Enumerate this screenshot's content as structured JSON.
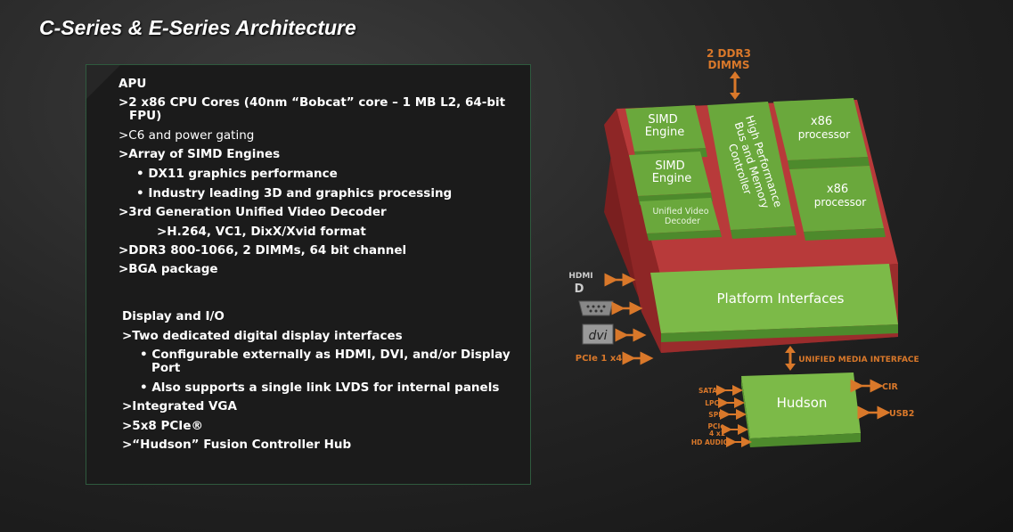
{
  "slide": {
    "title": "C-Series & E-Series Architecture"
  },
  "apu_section": {
    "heading": "APU",
    "items": [
      ">2 x86 CPU Cores (40nm “Bobcat” core – 1 MB L2, 64-bit",
      "FPU)",
      ">C6 and power gating",
      ">Array of SIMD Engines",
      "• DX11 graphics performance",
      "• Industry leading 3D and graphics processing",
      ">3rd Generation Unified Video Decoder",
      ">H.264, VC1, DixX/Xvid format",
      ">DDR3 800-1066, 2 DIMMs, 64 bit channel",
      ">BGA package"
    ]
  },
  "display_section": {
    "heading": "Display and I/O",
    "items": [
      ">Two dedicated digital display interfaces",
      "• Configurable externally as  HDMI, DVI, and/or Display",
      "Port",
      "• Also supports a single link LVDS for internal panels",
      ">Integrated VGA",
      ">5x8 PCIe®",
      ">“Hudson” Fusion Controller Hub"
    ]
  },
  "diagram": {
    "dimms_label": [
      "2 DDR3",
      "DIMMS"
    ],
    "simd1": [
      "SIMD",
      "Engine"
    ],
    "simd2": [
      "SIMD",
      "Engine"
    ],
    "uvd": [
      "Unified Video",
      "Decoder"
    ],
    "bus_controller": [
      "High Performance",
      "Bus and Memory",
      "Controller"
    ],
    "x86_1": [
      "x86",
      "processor"
    ],
    "x86_2": [
      "x86",
      "processor"
    ],
    "platform": "Platform Interfaces",
    "hudson": "Hudson",
    "umi": "UNIFIED MEDIA INTERFACE",
    "left_ports": [
      "HDMI",
      "D",
      "dvi",
      "PCIe 1 x4"
    ],
    "hudson_left": [
      "SATA",
      "LPC",
      "SPI",
      "PCIe",
      "4 x1",
      "HD AUDIO"
    ],
    "hudson_right": [
      "CIR",
      "USB2"
    ],
    "colors": {
      "green_face": "#7cba48",
      "green_dark": "#4d8a2c",
      "die_red": "#b83a3a",
      "die_red_dark": "#7a1f1f",
      "orange": "#d9782a"
    }
  }
}
